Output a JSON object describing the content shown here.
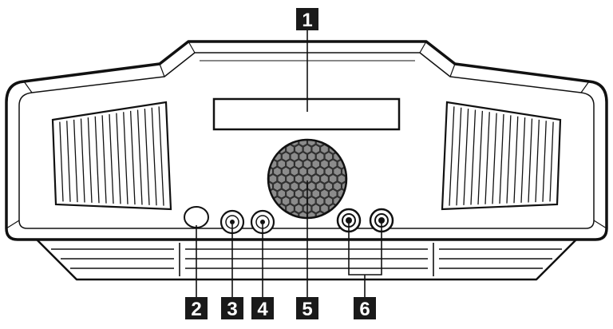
{
  "callouts": [
    {
      "number": "1",
      "part": "display-window"
    },
    {
      "number": "2",
      "part": "sensor-window"
    },
    {
      "number": "3",
      "part": "jack-3"
    },
    {
      "number": "4",
      "part": "jack-4"
    },
    {
      "number": "5",
      "part": "center-speaker-grille"
    },
    {
      "number": "6",
      "part": "jack-pair-6"
    }
  ],
  "colors": {
    "line": "#111111",
    "label_bg": "#1a1a1a",
    "label_text": "#ffffff",
    "grille_fill": "#3a3a3a",
    "grille_hex": "#9a9a9a",
    "background": "#ffffff"
  }
}
